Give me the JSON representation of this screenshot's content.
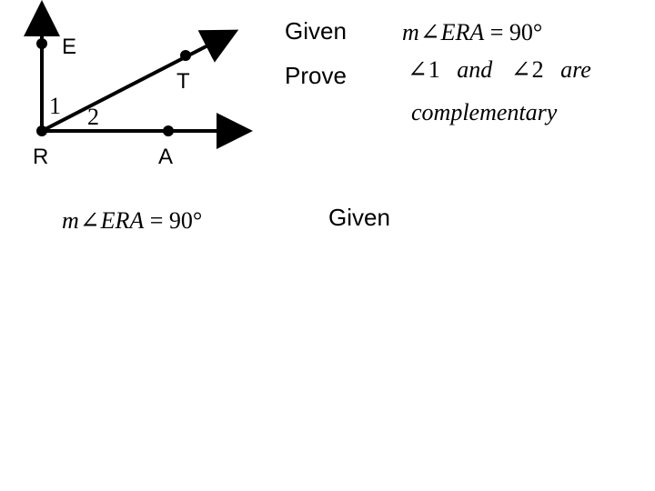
{
  "diagram": {
    "points": {
      "E": "E",
      "T": "T",
      "R": "R",
      "A": "A"
    },
    "angles": {
      "one": "1",
      "two": "2"
    }
  },
  "given": {
    "header": "Given",
    "statement": {
      "m": "m",
      "angle_symbol": "∠",
      "angle_name": "ERA",
      "equals": " = ",
      "value": "90°"
    }
  },
  "prove": {
    "header": "Prove",
    "line1": {
      "angle_symbol_1": "∠",
      "num_1": "1",
      "and": "and",
      "angle_symbol_2": "∠",
      "num_2": "2",
      "are": "are"
    },
    "line2": "complementary"
  },
  "proof_row": {
    "statement": {
      "m": "m",
      "angle_symbol": "∠",
      "angle_name": "ERA",
      "equals": " = ",
      "value": "90°"
    },
    "reason": "Given"
  },
  "colors": {
    "ink": "#000000",
    "background": "#ffffff"
  }
}
